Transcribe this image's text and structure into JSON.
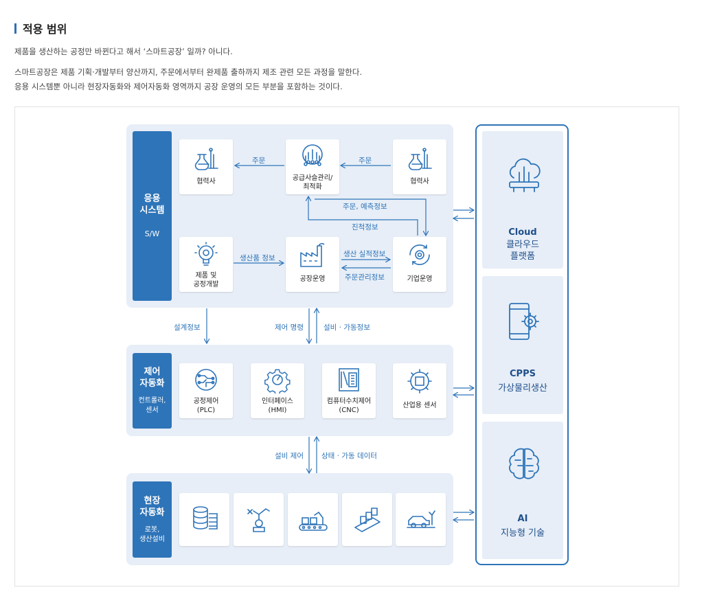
{
  "section": {
    "title": "적용 범위"
  },
  "intro": [
    "제품을 생산하는 공정만 바뀐다고 해서 ‘스마트공장’ 일까? 아니다.",
    "스마트공장은 제품 기획·개발부터 양산까지, 주문에서부터 완제품 출하까지 제조 관련 모든 과정을 말한다.",
    "응용 시스템뿐 아니라 현장자동화와 제어자동화 영역까지 공장 운영의 모든 부분을 포함하는 것이다."
  ],
  "layers": {
    "app": {
      "name": "응용\n시스템",
      "sub": "S/W"
    },
    "control": {
      "name": "제어\n자동화",
      "sub": "컨트롤러,\n센서"
    },
    "field": {
      "name": "현장\n자동화",
      "sub": "로봇,\n생산설비"
    }
  },
  "app_cards": {
    "partner_left": "협력사",
    "scm": "공급사슬관리/\n최적화",
    "partner_right": "협력사",
    "product_dev": "제품 및\n공정개발",
    "factory_ops": "공장운영",
    "enterprise_ops": "기업운영"
  },
  "control_cards": {
    "plc": "공정제어\n(PLC)",
    "hmi": "인터페이스\n(HMI)",
    "cnc": "컴퓨터수치제어\n(CNC)",
    "sensor": "산업용 센서"
  },
  "flows": {
    "order_left": "주문",
    "order_right": "주문",
    "order_forecast": "주문, 예측정보",
    "progress": "진척정보",
    "product_info": "생산품 정보",
    "production_perf": "생산 실적정보",
    "order_mgmt": "주문관리정보",
    "design_info": "설계정보",
    "control_cmd": "제어 명령",
    "equip_status": "설비 · 가동정보",
    "equip_control": "설비 제어",
    "status_data": "상태 · 가동 데이터"
  },
  "platforms": [
    {
      "en": "Cloud",
      "ko": "클라우드\n플랫폼",
      "icon": "cloud-network-icon"
    },
    {
      "en": "CPPS",
      "ko": "가상물리생산",
      "icon": "mobile-gear-icon"
    },
    {
      "en": "AI",
      "ko": "지능형 기술",
      "icon": "brain-circuit-icon"
    }
  ],
  "colors": {
    "accent": "#2e74b8",
    "panel": "#e7eef7",
    "dark_text": "#1f4f8a"
  }
}
